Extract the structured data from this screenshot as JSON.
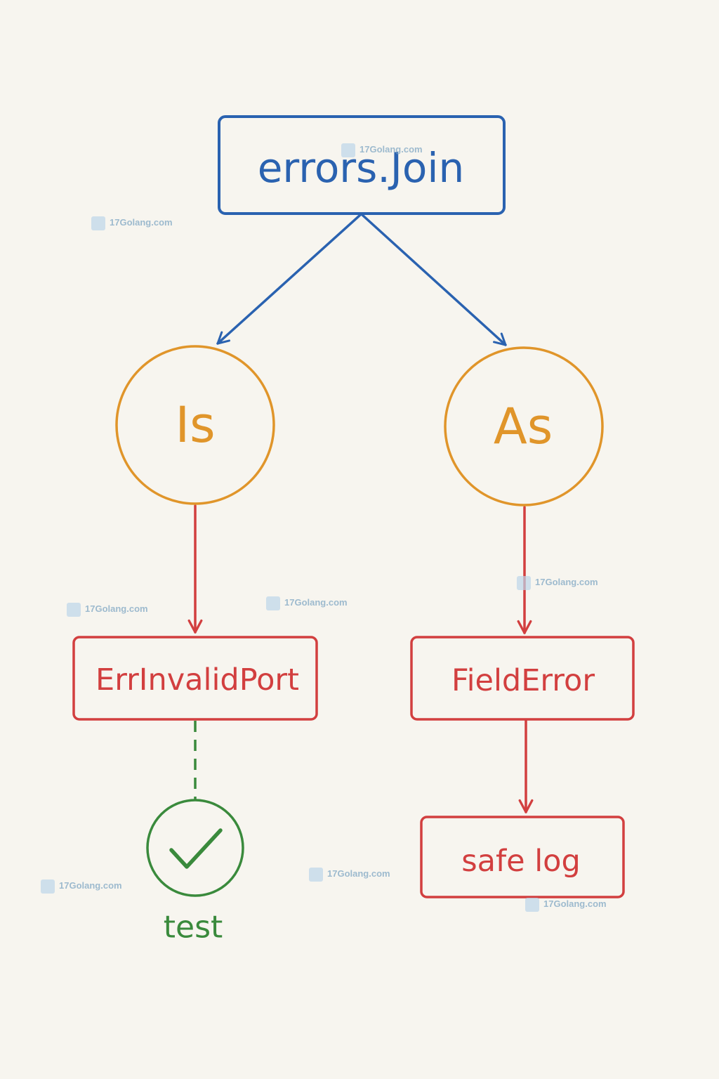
{
  "colors": {
    "background": "#f7f5ef",
    "blue": "#2a62b0",
    "orange": "#e0952a",
    "red": "#d23f3f",
    "green": "#3a8a3c"
  },
  "nodes": {
    "root": {
      "label": "errors.Join"
    },
    "is": {
      "label": "Is"
    },
    "as": {
      "label": "As"
    },
    "err_invalid_port": {
      "label": "ErrInvalidPort"
    },
    "field_error": {
      "label": "FieldError"
    },
    "safe_log": {
      "label": "safe log"
    },
    "test": {
      "label": "test",
      "icon": "check-icon"
    }
  },
  "edges": [
    {
      "from": "errors.Join",
      "to": "Is",
      "style": "solid"
    },
    {
      "from": "errors.Join",
      "to": "As",
      "style": "solid"
    },
    {
      "from": "Is",
      "to": "ErrInvalidPort",
      "style": "solid"
    },
    {
      "from": "As",
      "to": "FieldError",
      "style": "solid"
    },
    {
      "from": "FieldError",
      "to": "safe log",
      "style": "solid"
    },
    {
      "from": "ErrInvalidPort",
      "to": "test",
      "style": "dashed"
    }
  ],
  "watermark": {
    "text": "17Golang.com"
  }
}
